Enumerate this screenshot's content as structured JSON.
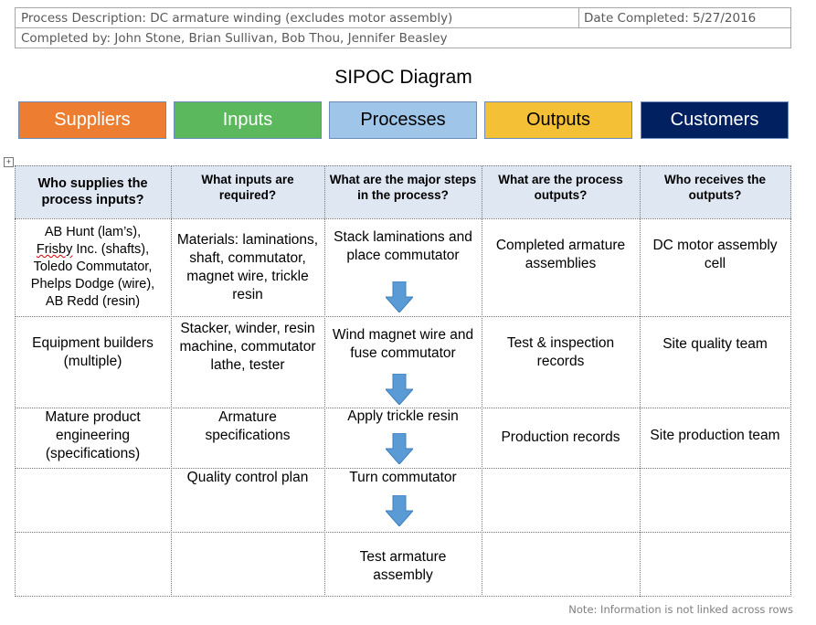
{
  "header": {
    "process_description": "Process Description:  DC armature winding (excludes motor assembly)",
    "date_completed": "Date Completed: 5/27/2016",
    "completed_by": "Completed by: John Stone, Brian Sullivan, Bob Thou, Jennifer Beasley"
  },
  "title": "SIPOC Diagram",
  "categories": {
    "suppliers": "Suppliers",
    "inputs": "Inputs",
    "processes": "Processes",
    "outputs": "Outputs",
    "customers": "Customers"
  },
  "colors": {
    "suppliers": "#ed7d31",
    "inputs": "#5cb85c",
    "processes": "#9fc5e8",
    "outputs": "#f4c136",
    "customers": "#002060",
    "header_row": "#dfe7f3",
    "arrow": "#5b9bd5"
  },
  "table": {
    "headers": {
      "suppliers": "Who supplies the process inputs?",
      "inputs": "What inputs are required?",
      "processes": "What are the major steps in the process?",
      "outputs": "What are the process outputs?",
      "customers": "Who receives the outputs?"
    },
    "row1": {
      "supplier_a": "AB Hunt (lam’s),",
      "supplier_b1": "Frisby",
      "supplier_b2": " Inc. (shafts),",
      "supplier_c": "Toledo Commutator,",
      "supplier_d": "Phelps Dodge (wire),",
      "supplier_e": "AB Redd (resin)",
      "input": "Materials: laminations, shaft, commutator, magnet wire, trickle resin",
      "process": "Stack laminations and place commutator",
      "output": "Completed armature assemblies",
      "customer": "DC motor assembly cell"
    },
    "row2": {
      "supplier": "Equipment builders (multiple)",
      "input": "Stacker, winder, resin machine, commutator lathe, tester",
      "process": "Wind magnet wire and fuse commutator",
      "output": "Test & inspection records",
      "customer": "Site quality team"
    },
    "row3": {
      "supplier": "Mature product engineering (specifications)",
      "input": "Armature specifications",
      "process": "Apply trickle resin",
      "output": "Production records",
      "customer": "Site production team"
    },
    "row4": {
      "input": "Quality control plan",
      "process": "Turn commutator"
    },
    "row5": {
      "process": "Test armature assembly"
    }
  },
  "note": "Note:  Information is not linked across rows"
}
